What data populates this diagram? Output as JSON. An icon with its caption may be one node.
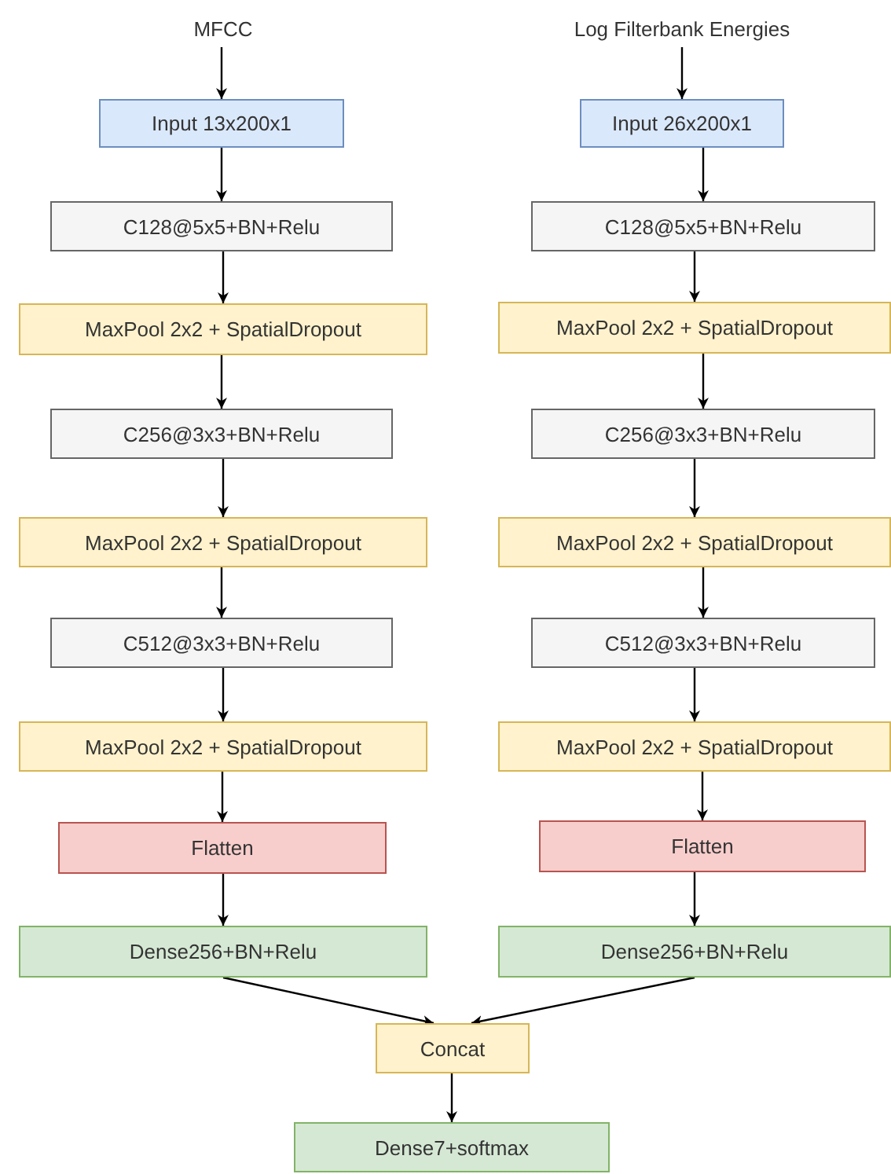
{
  "diagram": {
    "nodes": [
      {
        "text": [
          "MFCC"
        ]
      },
      {
        "text": [
          "Input 13x200x1"
        ]
      },
      {
        "text": [
          "C128@5x5+BN+Relu"
        ]
      },
      {
        "text": [
          "MaxPool 2x2 + SpatialDropout"
        ]
      },
      {
        "text": [
          "C256@3x3+BN+Relu"
        ]
      },
      {
        "text": [
          "MaxPool 2x2 + SpatialDropout"
        ]
      },
      {
        "text": [
          "C512@3x3+BN+Relu"
        ]
      },
      {
        "text": [
          "MaxPool 2x2 + SpatialDropout"
        ]
      },
      {
        "text": [
          "Flatten"
        ]
      },
      {
        "text": [
          "Dense256+BN+Relu"
        ]
      },
      {
        "text": [
          "Log Filterbank Energies"
        ]
      },
      {
        "text": [
          "Input 26x200x1"
        ]
      },
      {
        "text": [
          "C128@5x5+BN+Relu"
        ]
      },
      {
        "text": [
          "MaxPool 2x2 + SpatialDropout"
        ]
      },
      {
        "text": [
          "C256@3x3+BN+Relu"
        ]
      },
      {
        "text": [
          "MaxPool 2x2 + SpatialDropout"
        ]
      },
      {
        "text": [
          "C512@3x3+BN+Relu"
        ]
      },
      {
        "text": [
          "MaxPool 2x2 + SpatialDropout"
        ]
      },
      {
        "text": [
          "Flatten"
        ]
      },
      {
        "text": [
          "Dense256+BN+Relu"
        ]
      },
      {
        "text": [
          "Concat"
        ]
      },
      {
        "text": [
          "Dense7+softmax"
        ]
      }
    ],
    "edges": [
      {
        "from": 0,
        "to": 1,
        "arrow": "to"
      },
      {
        "from": 1,
        "to": 2,
        "arrow": "to"
      },
      {
        "from": 2,
        "to": 3,
        "arrow": "to"
      },
      {
        "from": 3,
        "to": 4,
        "arrow": "to"
      },
      {
        "from": 4,
        "to": 5,
        "arrow": "to"
      },
      {
        "from": 5,
        "to": 6,
        "arrow": "to"
      },
      {
        "from": 6,
        "to": 7,
        "arrow": "to"
      },
      {
        "from": 7,
        "to": 8,
        "arrow": "to"
      },
      {
        "from": 8,
        "to": 9,
        "arrow": "to"
      },
      {
        "from": 10,
        "to": 11,
        "arrow": "to"
      },
      {
        "from": 11,
        "to": 12,
        "arrow": "to"
      },
      {
        "from": 12,
        "to": 13,
        "arrow": "to"
      },
      {
        "from": 13,
        "to": 14,
        "arrow": "to"
      },
      {
        "from": 14,
        "to": 15,
        "arrow": "to"
      },
      {
        "from": 15,
        "to": 16,
        "arrow": "to"
      },
      {
        "from": 16,
        "to": 17,
        "arrow": "to"
      },
      {
        "from": 17,
        "to": 18,
        "arrow": "to"
      },
      {
        "from": 18,
        "to": 19,
        "arrow": "to"
      },
      {
        "from": 9,
        "to": 20,
        "arrow": "to"
      },
      {
        "from": 19,
        "to": 20,
        "arrow": "to"
      },
      {
        "from": 20,
        "to": 21,
        "arrow": "to"
      }
    ]
  }
}
